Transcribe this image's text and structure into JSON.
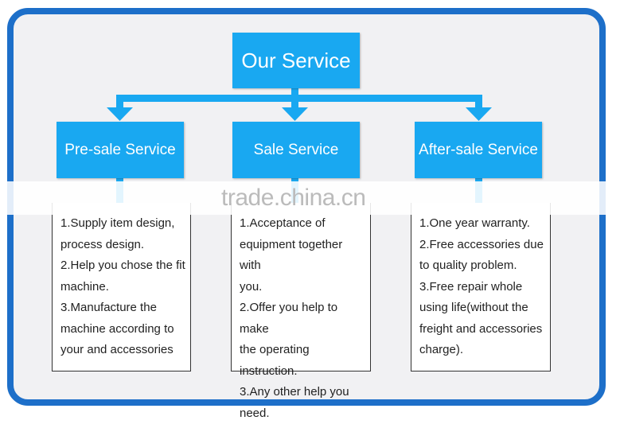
{
  "diagram": {
    "title": "Our Service",
    "stages": [
      {
        "label": "Pre-sale Service",
        "items": [
          "1.Supply item design,",
          "process design.",
          "2.Help you chose the fit",
          "machine.",
          "3.Manufacture the",
          "machine according to",
          "your and accessories"
        ]
      },
      {
        "label": "Sale Service",
        "items": [
          "1.Acceptance of",
          "equipment together with",
          "you.",
          "2.Offer you help to make",
          "the operating instruction.",
          "3.Any other help you",
          "need."
        ]
      },
      {
        "label": "After-sale Service",
        "items": [
          "1.One year warranty.",
          "2.Free accessories due",
          "to quality problem.",
          "3.Free repair whole",
          "using life(without the",
          "freight and accessories",
          "charge)."
        ]
      }
    ],
    "watermark": "trade.china.cn",
    "colors": {
      "frame": "#1d6fc9",
      "box": "#19a8f1",
      "connector": "#19a8f1"
    }
  }
}
